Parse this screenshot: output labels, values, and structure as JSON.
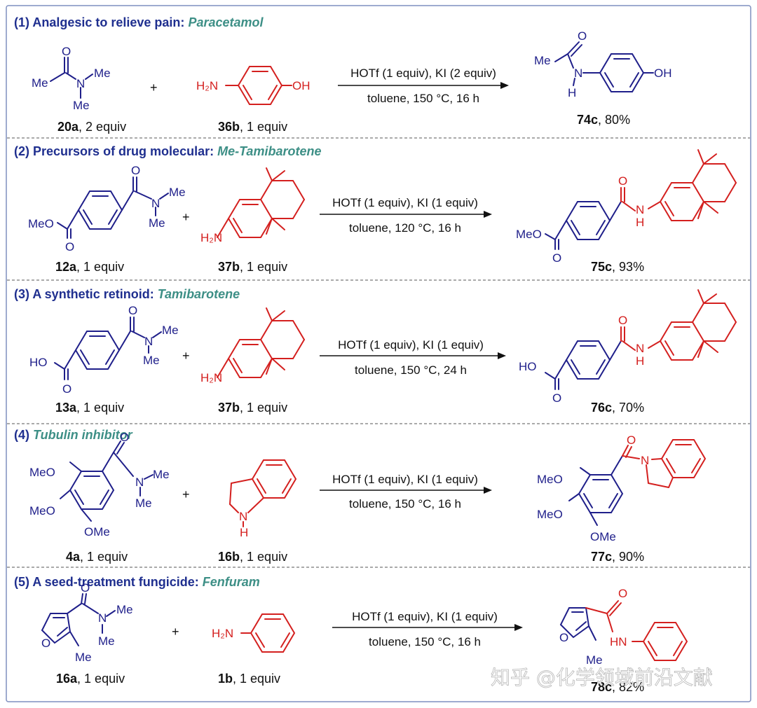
{
  "colors": {
    "title": "#1f2f8f",
    "title_emphasis": "#3d8f86",
    "blue_structure": "#1f1f8a",
    "red_structure": "#d4201f",
    "frame": "#7f8fbf"
  },
  "sections": [
    {
      "num": "(1)",
      "title": "Analgesic to relieve pain:",
      "emphasis": "Paracetamol",
      "reactant1": {
        "id": "20a",
        "equiv": ", 2 equiv"
      },
      "reactant2": {
        "id": "36b",
        "equiv": ", 1 equiv"
      },
      "cond_top": "HOTf (1 equiv), KI (2 equiv)",
      "cond_bottom": "toluene, 150 °C, 16 h",
      "product": {
        "id": "74c",
        "yield": ", 80%"
      }
    },
    {
      "num": "(2)",
      "title": "Precursors of drug molecular:",
      "emphasis": "Me-Tamibarotene",
      "reactant1": {
        "id": "12a",
        "equiv": ", 1 equiv"
      },
      "reactant2": {
        "id": "37b",
        "equiv": ", 1 equiv"
      },
      "cond_top": "HOTf (1 equiv), KI (1 equiv)",
      "cond_bottom": "toluene, 120 °C, 16 h",
      "product": {
        "id": "75c",
        "yield": ", 93%"
      }
    },
    {
      "num": "(3)",
      "title": "A synthetic retinoid:",
      "emphasis": "Tamibarotene",
      "reactant1": {
        "id": "13a",
        "equiv": ", 1 equiv"
      },
      "reactant2": {
        "id": "37b",
        "equiv": ", 1 equiv"
      },
      "cond_top": "HOTf (1 equiv), KI (1 equiv)",
      "cond_bottom": "toluene, 150 °C, 24 h",
      "product": {
        "id": "76c",
        "yield": ", 70%"
      }
    },
    {
      "num": "(4)",
      "title": "",
      "emphasis": "Tubulin inhibitor",
      "reactant1": {
        "id": "4a",
        "equiv": ", 1 equiv"
      },
      "reactant2": {
        "id": "16b",
        "equiv": ", 1 equiv"
      },
      "cond_top": "HOTf (1 equiv), KI (1 equiv)",
      "cond_bottom": "toluene, 150 °C, 16 h",
      "product": {
        "id": "77c",
        "yield": ", 90%"
      }
    },
    {
      "num": "(5)",
      "title": "A seed-treatment fungicide:",
      "emphasis": "Fenfuram",
      "reactant1": {
        "id": "16a",
        "equiv": ", 1 equiv"
      },
      "reactant2": {
        "id": "1b",
        "equiv": ", 1 equiv"
      },
      "cond_top": "HOTf (1 equiv), KI (1 equiv)",
      "cond_bottom": "toluene, 150 °C, 16 h",
      "product": {
        "id": "78c",
        "yield": ", 82%"
      }
    }
  ],
  "atoms": {
    "O": "O",
    "N": "N",
    "H": "H",
    "Me": "Me",
    "MeO": "MeO",
    "OMe": "OMe",
    "HO": "HO",
    "OH": "OH",
    "H2N": "H₂N",
    "NH": "NH",
    "HN": "HN"
  },
  "plus": "+",
  "watermark": "知乎 @化学领域前沿文献"
}
